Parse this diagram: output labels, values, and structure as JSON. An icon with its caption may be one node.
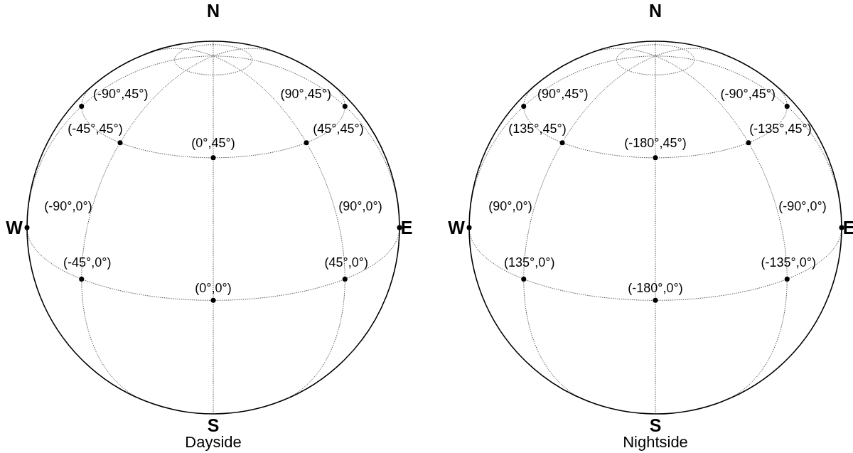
{
  "diagram": {
    "labels": [
      "N",
      "(-90°,45°)",
      "(90°,45°)",
      "(-45°,45°)",
      "(45°,45°)",
      "(0°,45°)",
      "(-90°,0°)",
      "(90°,0°)",
      "W",
      "E",
      "(-45°,0°)",
      "(45°,0°)",
      "(0°,0°)",
      "S",
      "Dayside",
      "N",
      "(90°,45°)",
      "(-90°,45°)",
      "(135°,45°)",
      "(-135°,45°)",
      "(-180°,45°)",
      "(90°,0°)",
      "(-90°,0°)",
      "W",
      "E",
      "(135°,0°)",
      "(-135°,0°)",
      "(-180°,0°)",
      "S",
      "Nightside"
    ]
  }
}
